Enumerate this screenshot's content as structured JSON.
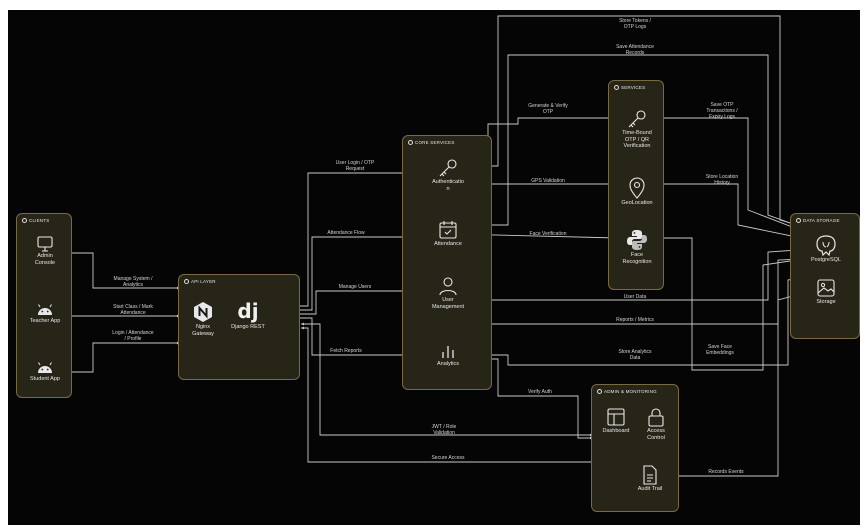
{
  "groups": {
    "clients": "CLIENTS",
    "api_layer": "API LAYER",
    "core_services": "CORE SERVICES",
    "services": "SERVICES",
    "data_storage": "DATA STORAGE",
    "admin_monitoring": "ADMIN & MONITORING"
  },
  "nodes": {
    "admin_console": [
      "Admin",
      "Console"
    ],
    "teacher_app": [
      "Teacher App"
    ],
    "student_app": [
      "Student App"
    ],
    "nginx": [
      "Nginx",
      "Gateway"
    ],
    "django": [
      "Django REST"
    ],
    "authentication": [
      "Authenticatio",
      "n"
    ],
    "attendance": [
      "Attendance"
    ],
    "user_management": [
      "User",
      "Management"
    ],
    "analytics": [
      "Analytics"
    ],
    "otp_qr": [
      "Time-Bound",
      "OTP / QR",
      "Verification"
    ],
    "geolocation": [
      "GeoLocation"
    ],
    "face_recognition": [
      "Face",
      "Recognition"
    ],
    "postgresql": [
      "PostgreSQL"
    ],
    "storage": [
      "Storage"
    ],
    "dashboard": [
      "Dashboard"
    ],
    "access_control": [
      "Access",
      "Control"
    ],
    "audit_trail": [
      "Audit Trail"
    ]
  },
  "edge_labels": {
    "manage_system": [
      "Manage System /",
      "Analytics"
    ],
    "start_class": [
      "Start Class / Mark",
      "Attendance"
    ],
    "login_attendance": [
      "Login / Attendance",
      "/ Profile"
    ],
    "user_login_otp": [
      "User Login / OTP",
      "Request"
    ],
    "attendance_flow": [
      "Attendance Flow"
    ],
    "manage_users": [
      "Manage Users"
    ],
    "fetch_reports": [
      "Fetch Reports"
    ],
    "store_tokens": [
      "Store Tokens /",
      "OTP Logs"
    ],
    "save_attendance": [
      "Save Attendance",
      "Records"
    ],
    "generate_verify_otp": [
      "Generate & Verify",
      "OTP"
    ],
    "gps_validation": [
      "GPS Validation"
    ],
    "face_verification": [
      "Face Verification"
    ],
    "save_otp": [
      "Save OTP",
      "Transactions /",
      "Expiry Logs"
    ],
    "store_location": [
      "Store Location",
      "History"
    ],
    "user_data": [
      "User Data"
    ],
    "reports_metrics": [
      "Reports / Metrics"
    ],
    "save_face": [
      "Save Face",
      "Embeddings"
    ],
    "store_analytics": [
      "Store Analytics",
      "Data"
    ],
    "verify_auth": [
      "Verify Auth"
    ],
    "jwt_role": [
      "JWT / Role",
      "Validation"
    ],
    "secure_access": [
      "Secure Access"
    ],
    "records_events": [
      "Records Events"
    ]
  },
  "icons": {
    "admin_console": "monitor-icon",
    "teacher_app": "android-icon",
    "student_app": "android-icon",
    "nginx": "nginx-logo-icon",
    "django": "django-logo-icon",
    "authentication": "key-icon",
    "attendance": "calendar-check-icon",
    "user_management": "user-icon",
    "analytics": "bar-chart-icon",
    "otp_qr": "key-icon",
    "geolocation": "map-pin-icon",
    "face_recognition": "python-logo-icon",
    "postgresql": "postgresql-logo-icon",
    "storage": "image-icon",
    "dashboard": "layout-icon",
    "access_control": "lock-icon",
    "audit_trail": "file-text-icon"
  },
  "colors": {
    "background": "#050505",
    "group_fill": "#272418",
    "group_border": "#7a6a44",
    "line": "#c9c9c9",
    "nginx_green": "#2f9a3a"
  }
}
